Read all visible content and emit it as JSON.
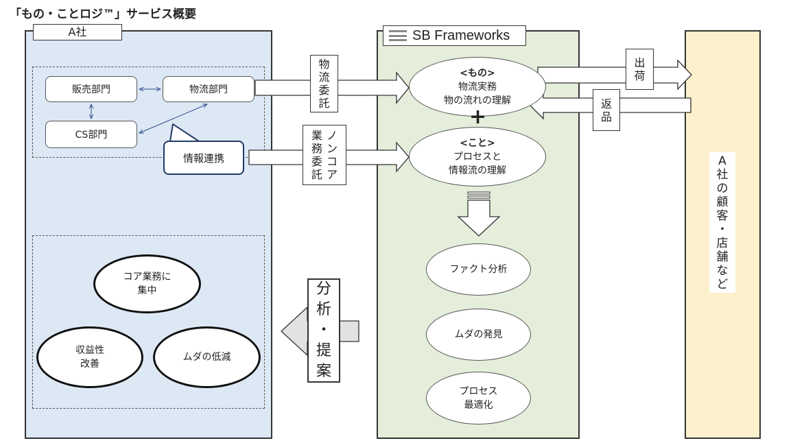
{
  "title": "「もの・ことロジ™」サービス概要",
  "company_a": {
    "label": "A社",
    "departments": [
      "販売部門",
      "物流部門",
      "CS部門"
    ],
    "callout": "情報連携",
    "benefits": [
      {
        "lines": [
          "コア業務に",
          "集中"
        ]
      },
      {
        "lines": [
          "収益性",
          "改善"
        ]
      },
      {
        "lines": [
          "ムダの低減"
        ]
      }
    ]
  },
  "sb": {
    "label": "SB Frameworks",
    "mono": {
      "heading": "<もの>",
      "lines": [
        "物流実務",
        "物の流れの理解"
      ]
    },
    "plus": "+",
    "koto": {
      "heading": "<こと>",
      "lines": [
        "プロセスと",
        "情報流の理解"
      ]
    },
    "steps": [
      {
        "lines": [
          "ファクト分析"
        ]
      },
      {
        "lines": [
          "ムダの発見"
        ]
      },
      {
        "lines": [
          "プロセス",
          "最適化"
        ]
      }
    ]
  },
  "arrows": {
    "logistics_outsource": [
      "物",
      "流",
      "委",
      "託"
    ],
    "noncore_col1": [
      "業",
      "務",
      "委",
      "託"
    ],
    "noncore_col2": [
      "ノ",
      "ン",
      "コ",
      "ア"
    ],
    "shipment": [
      "出",
      "荷"
    ],
    "returns": [
      "返",
      "品"
    ],
    "analysis_proposal": [
      "分",
      "析",
      "・",
      "提",
      "案"
    ]
  },
  "customers": {
    "label": [
      "A",
      "社",
      "の",
      "顧",
      "客",
      "・",
      "店",
      "舗",
      "な",
      "ど"
    ]
  },
  "colors": {
    "panel_a": "#dde8f5",
    "panel_sb": "#e4eedb",
    "panel_customers": "#fdf0cc",
    "callout_border": "#1f3864"
  }
}
